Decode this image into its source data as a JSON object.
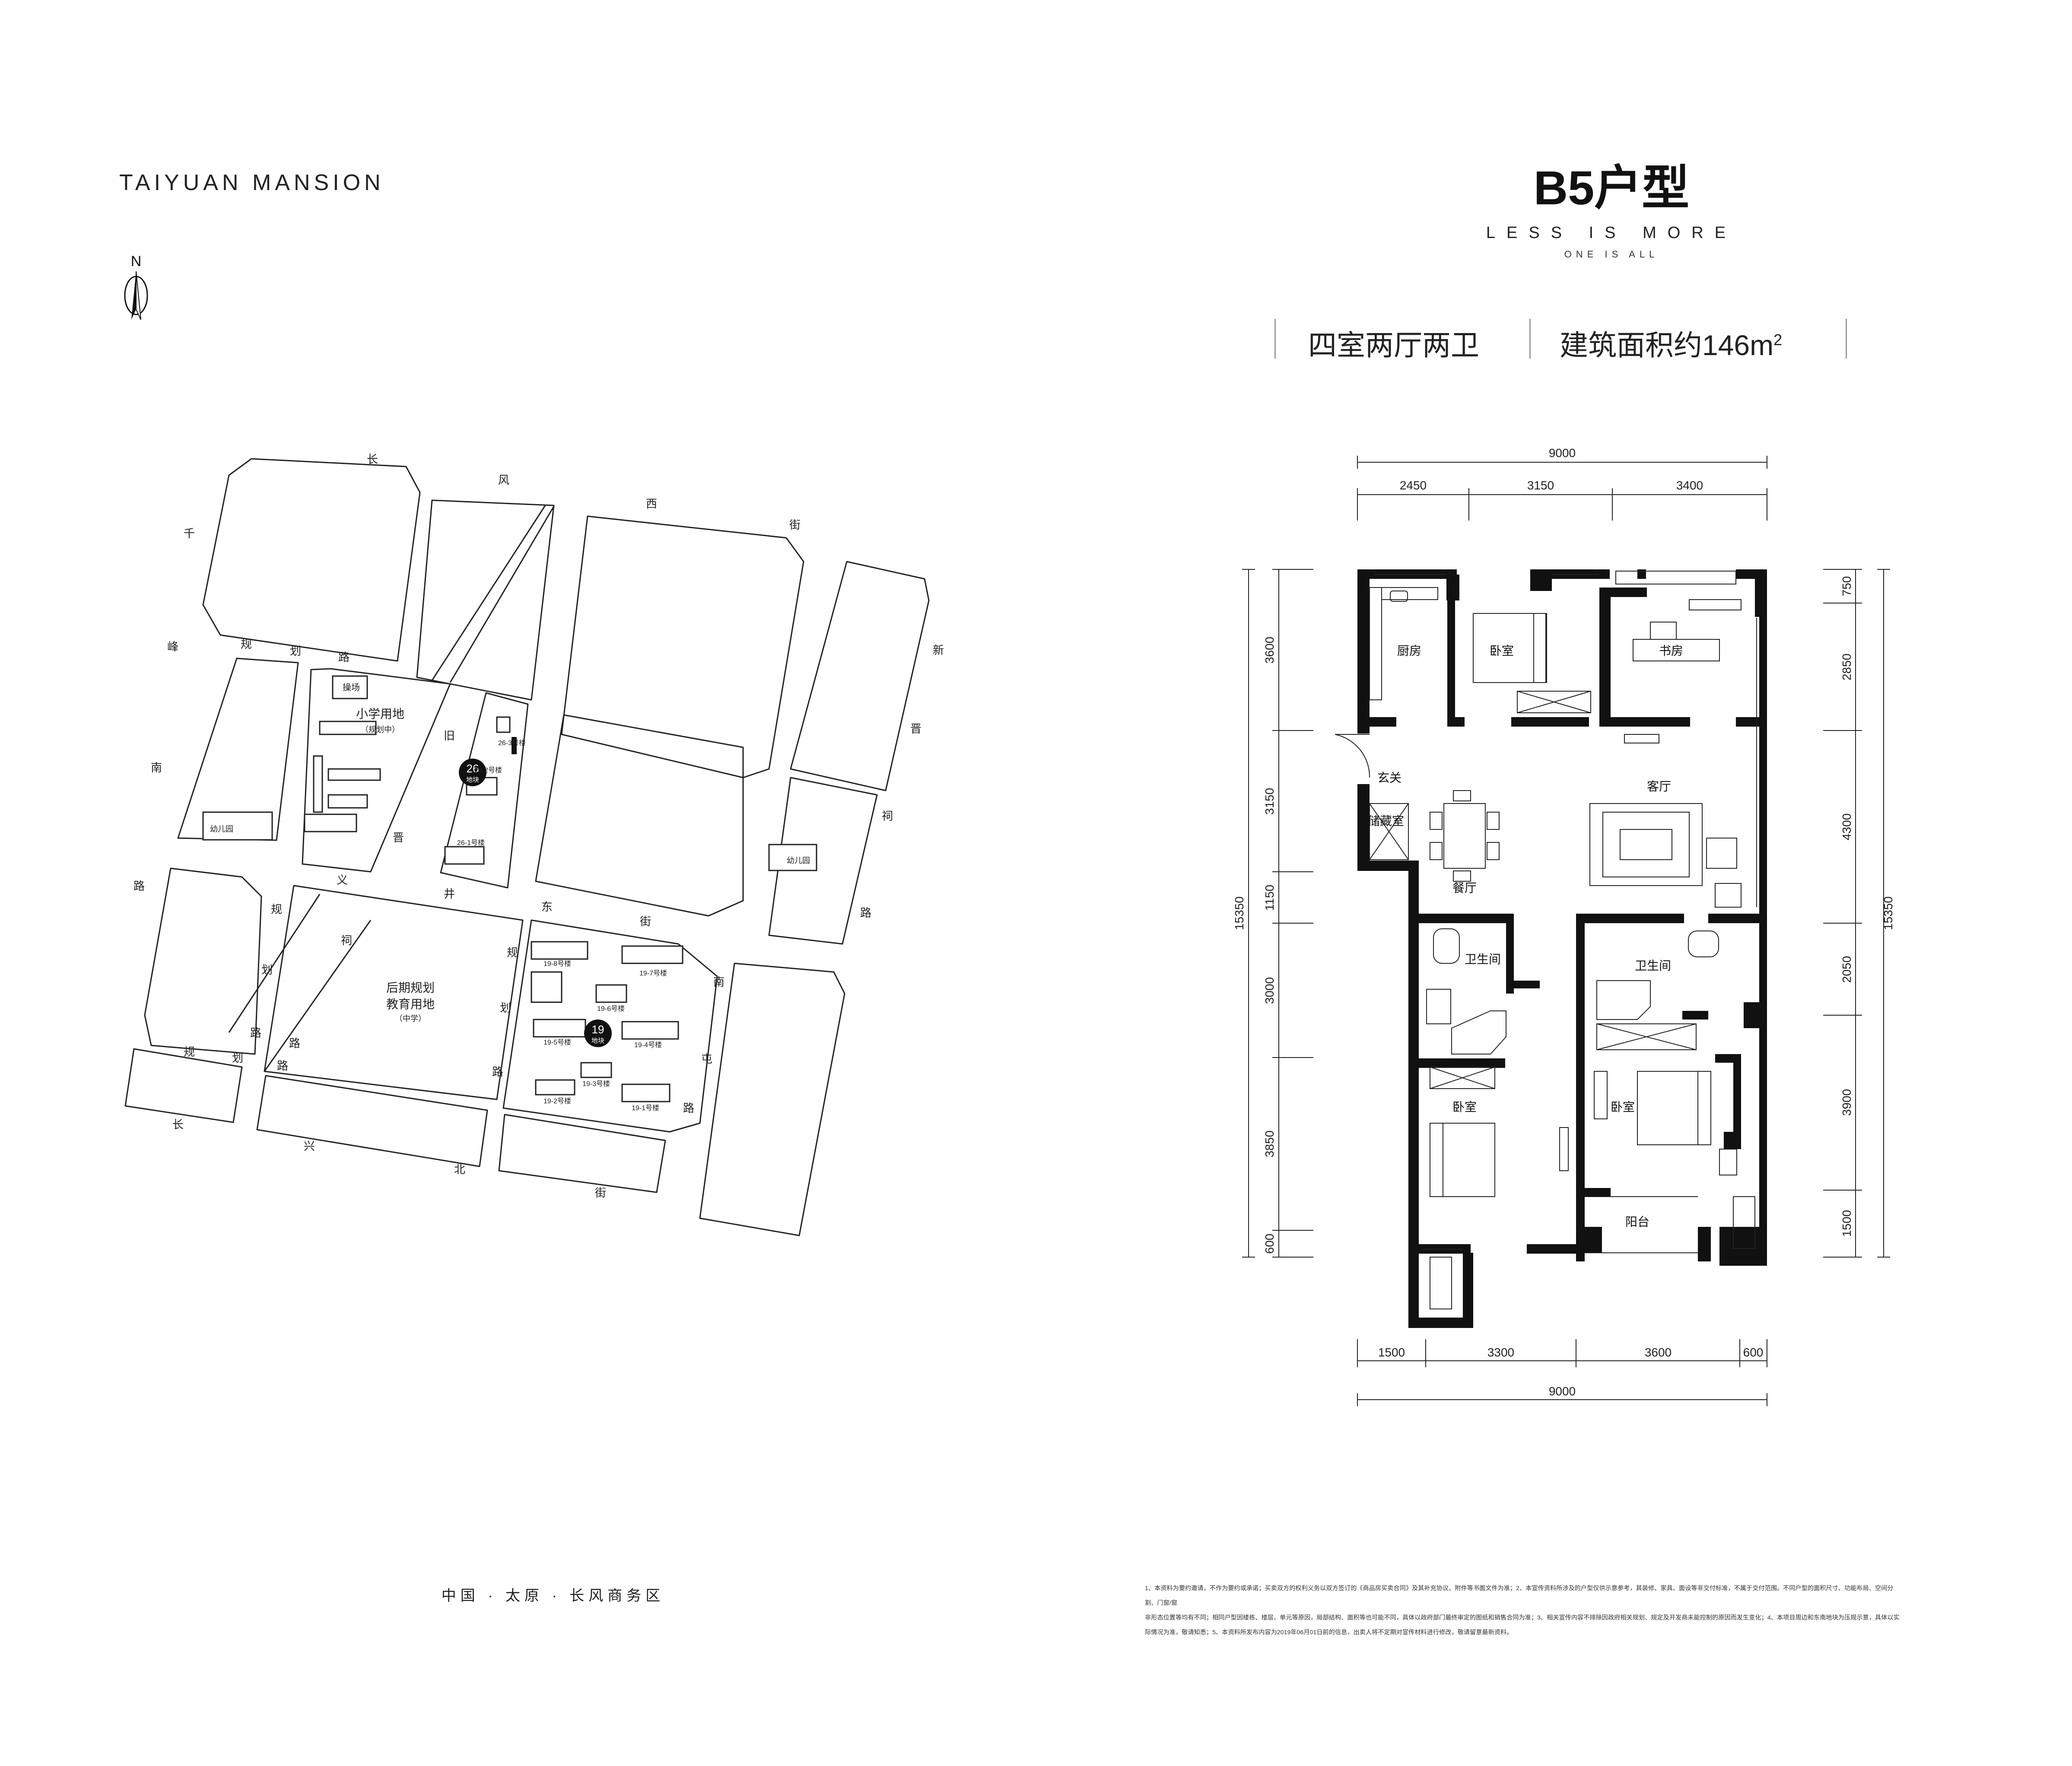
{
  "brand": "TAIYUAN MANSION",
  "compass": {
    "label": "N"
  },
  "header": {
    "title": "B5户型",
    "slogan": "LESS IS MORE",
    "sub_slogan": "ONE IS ALL",
    "layout_type": "四室两厅两卫",
    "area_text": "建筑面积约146m",
    "area_unit_sup": "2"
  },
  "site_map": {
    "road_chars": {
      "changfeng_xi_jie": [
        "长",
        "风",
        "西",
        "街"
      ],
      "qianfeng_nan_lu": [
        "千",
        "峰",
        "南",
        "路"
      ],
      "guihua_lu_1": [
        "规",
        "划",
        "路"
      ],
      "jiujin_ci_lu": [
        "旧",
        "晋",
        "祠",
        "路"
      ],
      "yijing_dong_jie": [
        "义",
        "井",
        "东",
        "街"
      ],
      "guihua_lu_2": [
        "规",
        "划",
        "路"
      ],
      "guihua_lu_3": [
        "规",
        "划",
        "路"
      ],
      "guihua_lu_4": [
        "规",
        "划",
        "路"
      ],
      "changxing_bei_jie": [
        "长",
        "兴",
        "北",
        "街"
      ],
      "xinjinci_lu": [
        "新",
        "晋",
        "祠",
        "路"
      ],
      "nantun_lu": [
        "南",
        "屯",
        "路"
      ]
    },
    "school_label": "小学用地",
    "school_note": "（规划中）",
    "playground": "操场",
    "kindergarten_1": "幼儿园",
    "kindergarten_2": "幼儿园",
    "future_label_1": "后期规划",
    "future_label_2": "教育用地",
    "future_note": "（中学）",
    "plot_26": {
      "number": "26",
      "sub": "地块"
    },
    "plot_19": {
      "number": "19",
      "sub": "地块"
    },
    "buildings_26": [
      "26-3号楼",
      "26-2号楼",
      "26-1号楼"
    ],
    "buildings_19": [
      "19-8号楼",
      "19-7号楼",
      "19-6号楼",
      "19-5号楼",
      "19-4号楼",
      "19-3号楼",
      "19-2号楼",
      "19-1号楼"
    ]
  },
  "floor_plan": {
    "top_total": "9000",
    "top_segments": [
      "2450",
      "3150",
      "3400"
    ],
    "bottom_total": "9000",
    "bottom_segments": [
      "1500",
      "3300",
      "3600",
      "600"
    ],
    "left_total": "15350",
    "left_segments": [
      "3600",
      "3150",
      "1150",
      "3000",
      "3850",
      "600"
    ],
    "right_total": "15350",
    "right_segments": [
      "750",
      "2850",
      "4300",
      "2050",
      "3900",
      "1500"
    ],
    "rooms": {
      "kitchen": "厨房",
      "bedroom_n": "卧室",
      "study": "书房",
      "foyer": "玄关",
      "storage": "储藏室",
      "dining": "餐厅",
      "living": "客厅",
      "bath_1": "卫生间",
      "bath_2": "卫生间",
      "bedroom_sw": "卧室",
      "bedroom_se": "卧室",
      "balcony": "阳台"
    }
  },
  "footer": {
    "location": "中国 · 太原 · 长风商务区",
    "notes": [
      "1、本资料为要约邀请，不作为要约或承诺；买卖双方的权利义务以双方签订的《商品房买卖合同》及其补充协议、附件等书面文件为准；2、本宣传资料所涉及的户型仅供示意参考，其装修、家具、面设等非交付标准，不属于交付范围。不同户型的面积尺寸、功能布局、空间分割、门窗/窗",
      "非形态位置等均有不同；相同户型因楼栋、楼层、单元等原因，局部结构、面积等也可能不同，具体以政府部门最终审定的图纸和销售合同为准；3、相关宣传内容不排除因政府相关规划、规定及开发商未能控制的原因而发生变化；4、本项目周边和东南地块为压规示意，具体以实",
      "际情况为准，敬请知悉；5、本资料所发布内容为2019年06月01日前的信息，出卖人将不定期对宣传材料进行修改，敬请留意最新资料。"
    ]
  }
}
